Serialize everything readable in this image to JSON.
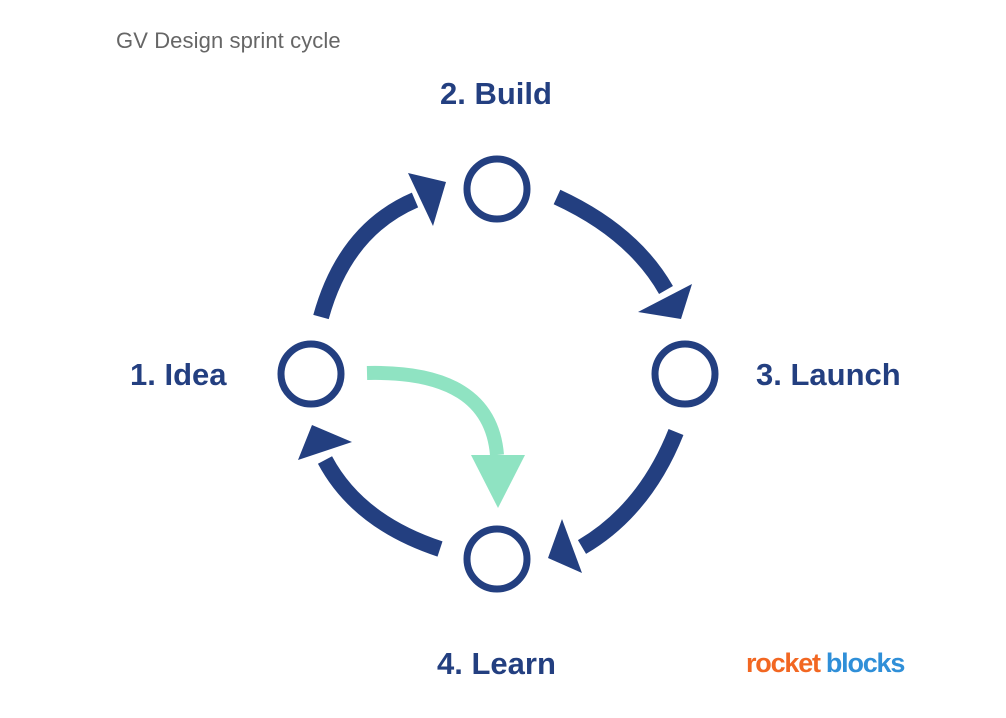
{
  "subtitle": "GV Design sprint cycle",
  "stages": {
    "build": "2. Build",
    "idea": "1. Idea",
    "launch": "3. Launch",
    "learn": "4. Learn"
  },
  "logo": {
    "part1": "rocket",
    "part2": "blocks"
  },
  "colors": {
    "primary": "#233f80",
    "accent": "#8fe3c2",
    "subtitle": "#666666",
    "logo_orange": "#f26722",
    "logo_blue": "#2f8fd8"
  }
}
